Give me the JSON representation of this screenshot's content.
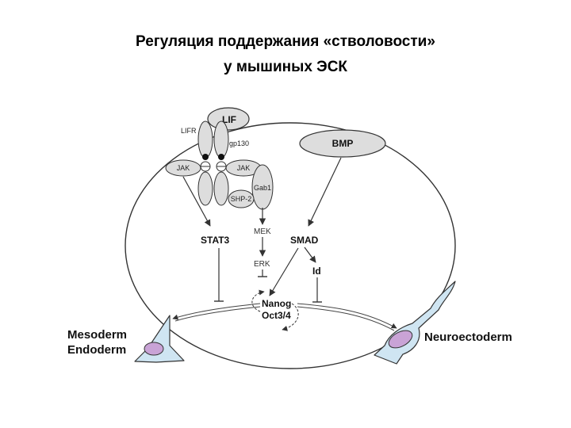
{
  "title": {
    "line1": "Регуляция поддержания «стволовости»",
    "line2": "у мышиных ЭСК"
  },
  "colors": {
    "receptor_fill": "#dddddd",
    "stroke": "#333333",
    "cell_fill": "#cfe5f2",
    "nucleus_fill": "#c9a3d6"
  },
  "diagram": {
    "receptor": {
      "lif": "LIF",
      "lifr": "LIFR",
      "gp130": "gp130",
      "jak_left": "JAK",
      "jak_right": "JAK",
      "gab1": "Gab1",
      "shp2": "SHP-2"
    },
    "bmp": "BMP",
    "nodes": {
      "stat3": "STAT3",
      "mek": "MEK",
      "erk": "ERK",
      "smad": "SMAD",
      "id": "Id",
      "nanog": "Nanog",
      "oct34": "Oct3/4"
    },
    "fates": {
      "mesoderm": "Mesoderm",
      "endoderm": "Endoderm",
      "neuroectoderm": "Neuroectoderm"
    }
  }
}
